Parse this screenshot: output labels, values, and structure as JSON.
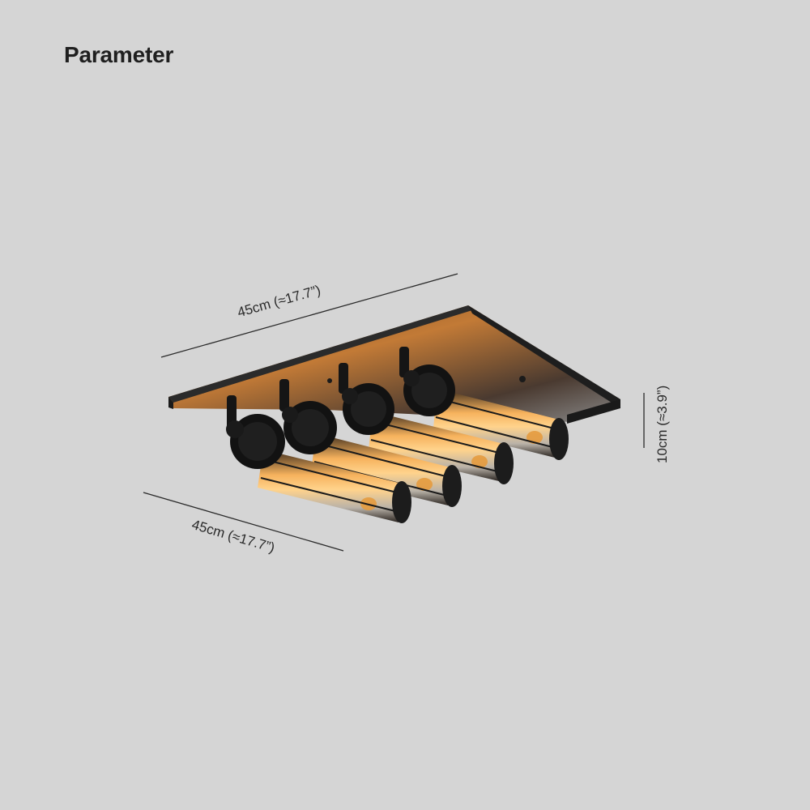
{
  "page": {
    "title": "Parameter",
    "background_color": "#d5d5d5"
  },
  "product": {
    "name_icon": "flush-mount-ceiling-light-4-tube-cage",
    "bulb_count": 4,
    "finish_color": "#1c1c1c",
    "glow_color": "#e8903a"
  },
  "dimensions": {
    "length": {
      "label": "45cm (≈17.7”)",
      "value_cm": 45,
      "value_in": 17.7
    },
    "width": {
      "label": "45cm (≈17.7”)",
      "value_cm": 45,
      "value_in": 17.7
    },
    "height": {
      "label": "10cm (≈3.9”)",
      "value_cm": 10,
      "value_in": 3.9
    }
  }
}
